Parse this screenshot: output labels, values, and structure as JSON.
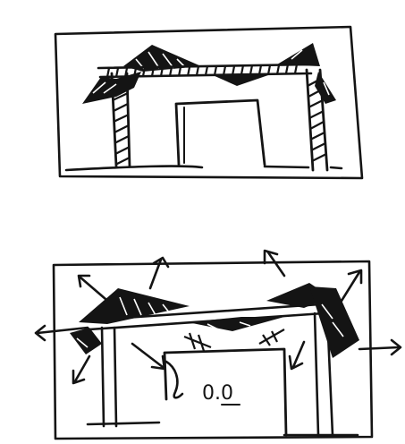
{
  "sketches": [
    {
      "id": "sketch-top",
      "description_free": true
    },
    {
      "id": "sketch-bottom",
      "description_free": true
    }
  ],
  "bottom_annotation": "0.0",
  "colors": {
    "ink": "#141414",
    "paper": "#ffffff"
  }
}
